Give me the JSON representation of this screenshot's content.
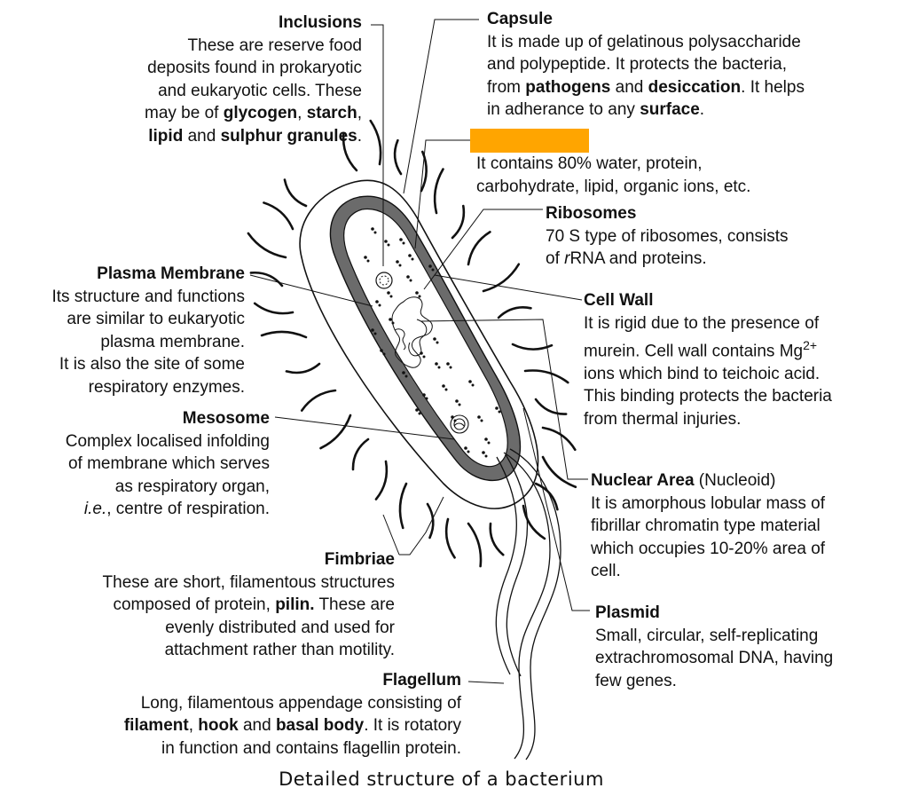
{
  "caption": "Detailed structure of a bacterium",
  "labels": {
    "inclusions": {
      "title": "Inclusions",
      "line1": "These are reserve food",
      "line2": "deposits found in prokaryotic",
      "line3": "and eukaryotic cells. These",
      "line4_pre": "may be of ",
      "line4_b1": "glycogen",
      "line4_sep": ", ",
      "line4_b2": "starch",
      "line4_post": ",",
      "line5_b1": "lipid",
      "line5_mid": " and ",
      "line5_b2": "sulphur granules",
      "line5_post": "."
    },
    "capsule": {
      "title": "Capsule",
      "line1": "It is made up of gelatinous polysaccharide",
      "line2": "and polypeptide. It protects the bacteria,",
      "line3_pre": "from ",
      "line3_b1": "pathogens",
      "line3_mid": " and ",
      "line3_b2": "desiccation",
      "line3_post": ". It helps",
      "line4_pre": "in adherance to any ",
      "line4_b": "surface",
      "line4_post": "."
    },
    "cytoplasm": {
      "line1": "It contains 80% water, protein,",
      "line2": "carbohydrate, lipid, organic ions, etc."
    },
    "ribosomes": {
      "title": "Ribosomes",
      "line1": "70 S type of ribosomes, consists",
      "line2_pre": "of ",
      "line2_i": "r",
      "line2_post": "RNA and proteins."
    },
    "plasma_membrane": {
      "title": "Plasma Membrane",
      "line1": "Its structure and functions",
      "line2": "are similar to eukaryotic",
      "line3": "plasma membrane.",
      "line4": "It is also the site of some",
      "line5": "respiratory enzymes."
    },
    "cell_wall": {
      "title": "Cell Wall",
      "line1": "It is rigid due to the  presence of",
      "line2_pre": "murein. Cell wall contains Mg",
      "line2_sup": "2+",
      "line3": "ions which bind to teichoic acid.",
      "line4": "This binding protects the bacteria",
      "line5": "from thermal injuries."
    },
    "mesosome": {
      "title": "Mesosome",
      "line1": "Complex localised infolding",
      "line2": "of membrane which serves",
      "line3": "as respiratory organ,",
      "line4_i": "i.e.",
      "line4_post": ", centre of respiration."
    },
    "nuclear_area": {
      "title": "Nuclear Area",
      "title_suffix": " (Nucleoid)",
      "line1": "It is amorphous lobular mass of",
      "line2": "fibrillar chromatin type material",
      "line3": "which occupies 10-20% area of",
      "line4": "cell."
    },
    "fimbriae": {
      "title": "Fimbriae",
      "line1": "These are short, filamentous structures",
      "line2_pre": "composed of protein, ",
      "line2_b": "pilin.",
      "line2_post": " These are",
      "line3": "evenly distributed and used for",
      "line4": "attachment rather than motility."
    },
    "plasmid": {
      "title": "Plasmid",
      "line1": "Small, circular, self-replicating",
      "line2": "extrachromosomal DNA, having",
      "line3": "few genes."
    },
    "flagellum": {
      "title": "Flagellum",
      "line1": "Long, filamentous appendage consisting of",
      "line2_b1": "filament",
      "line2_sep1": ", ",
      "line2_b2": "hook",
      "line2_sep2": " and ",
      "line2_b3": "basal body",
      "line2_post": ". It is rotatory",
      "line3": "in function and contains flagellin protein."
    }
  },
  "colors": {
    "highlight": "#ffa500",
    "cell_wall": "#6b6b6b",
    "ink": "#111111"
  }
}
